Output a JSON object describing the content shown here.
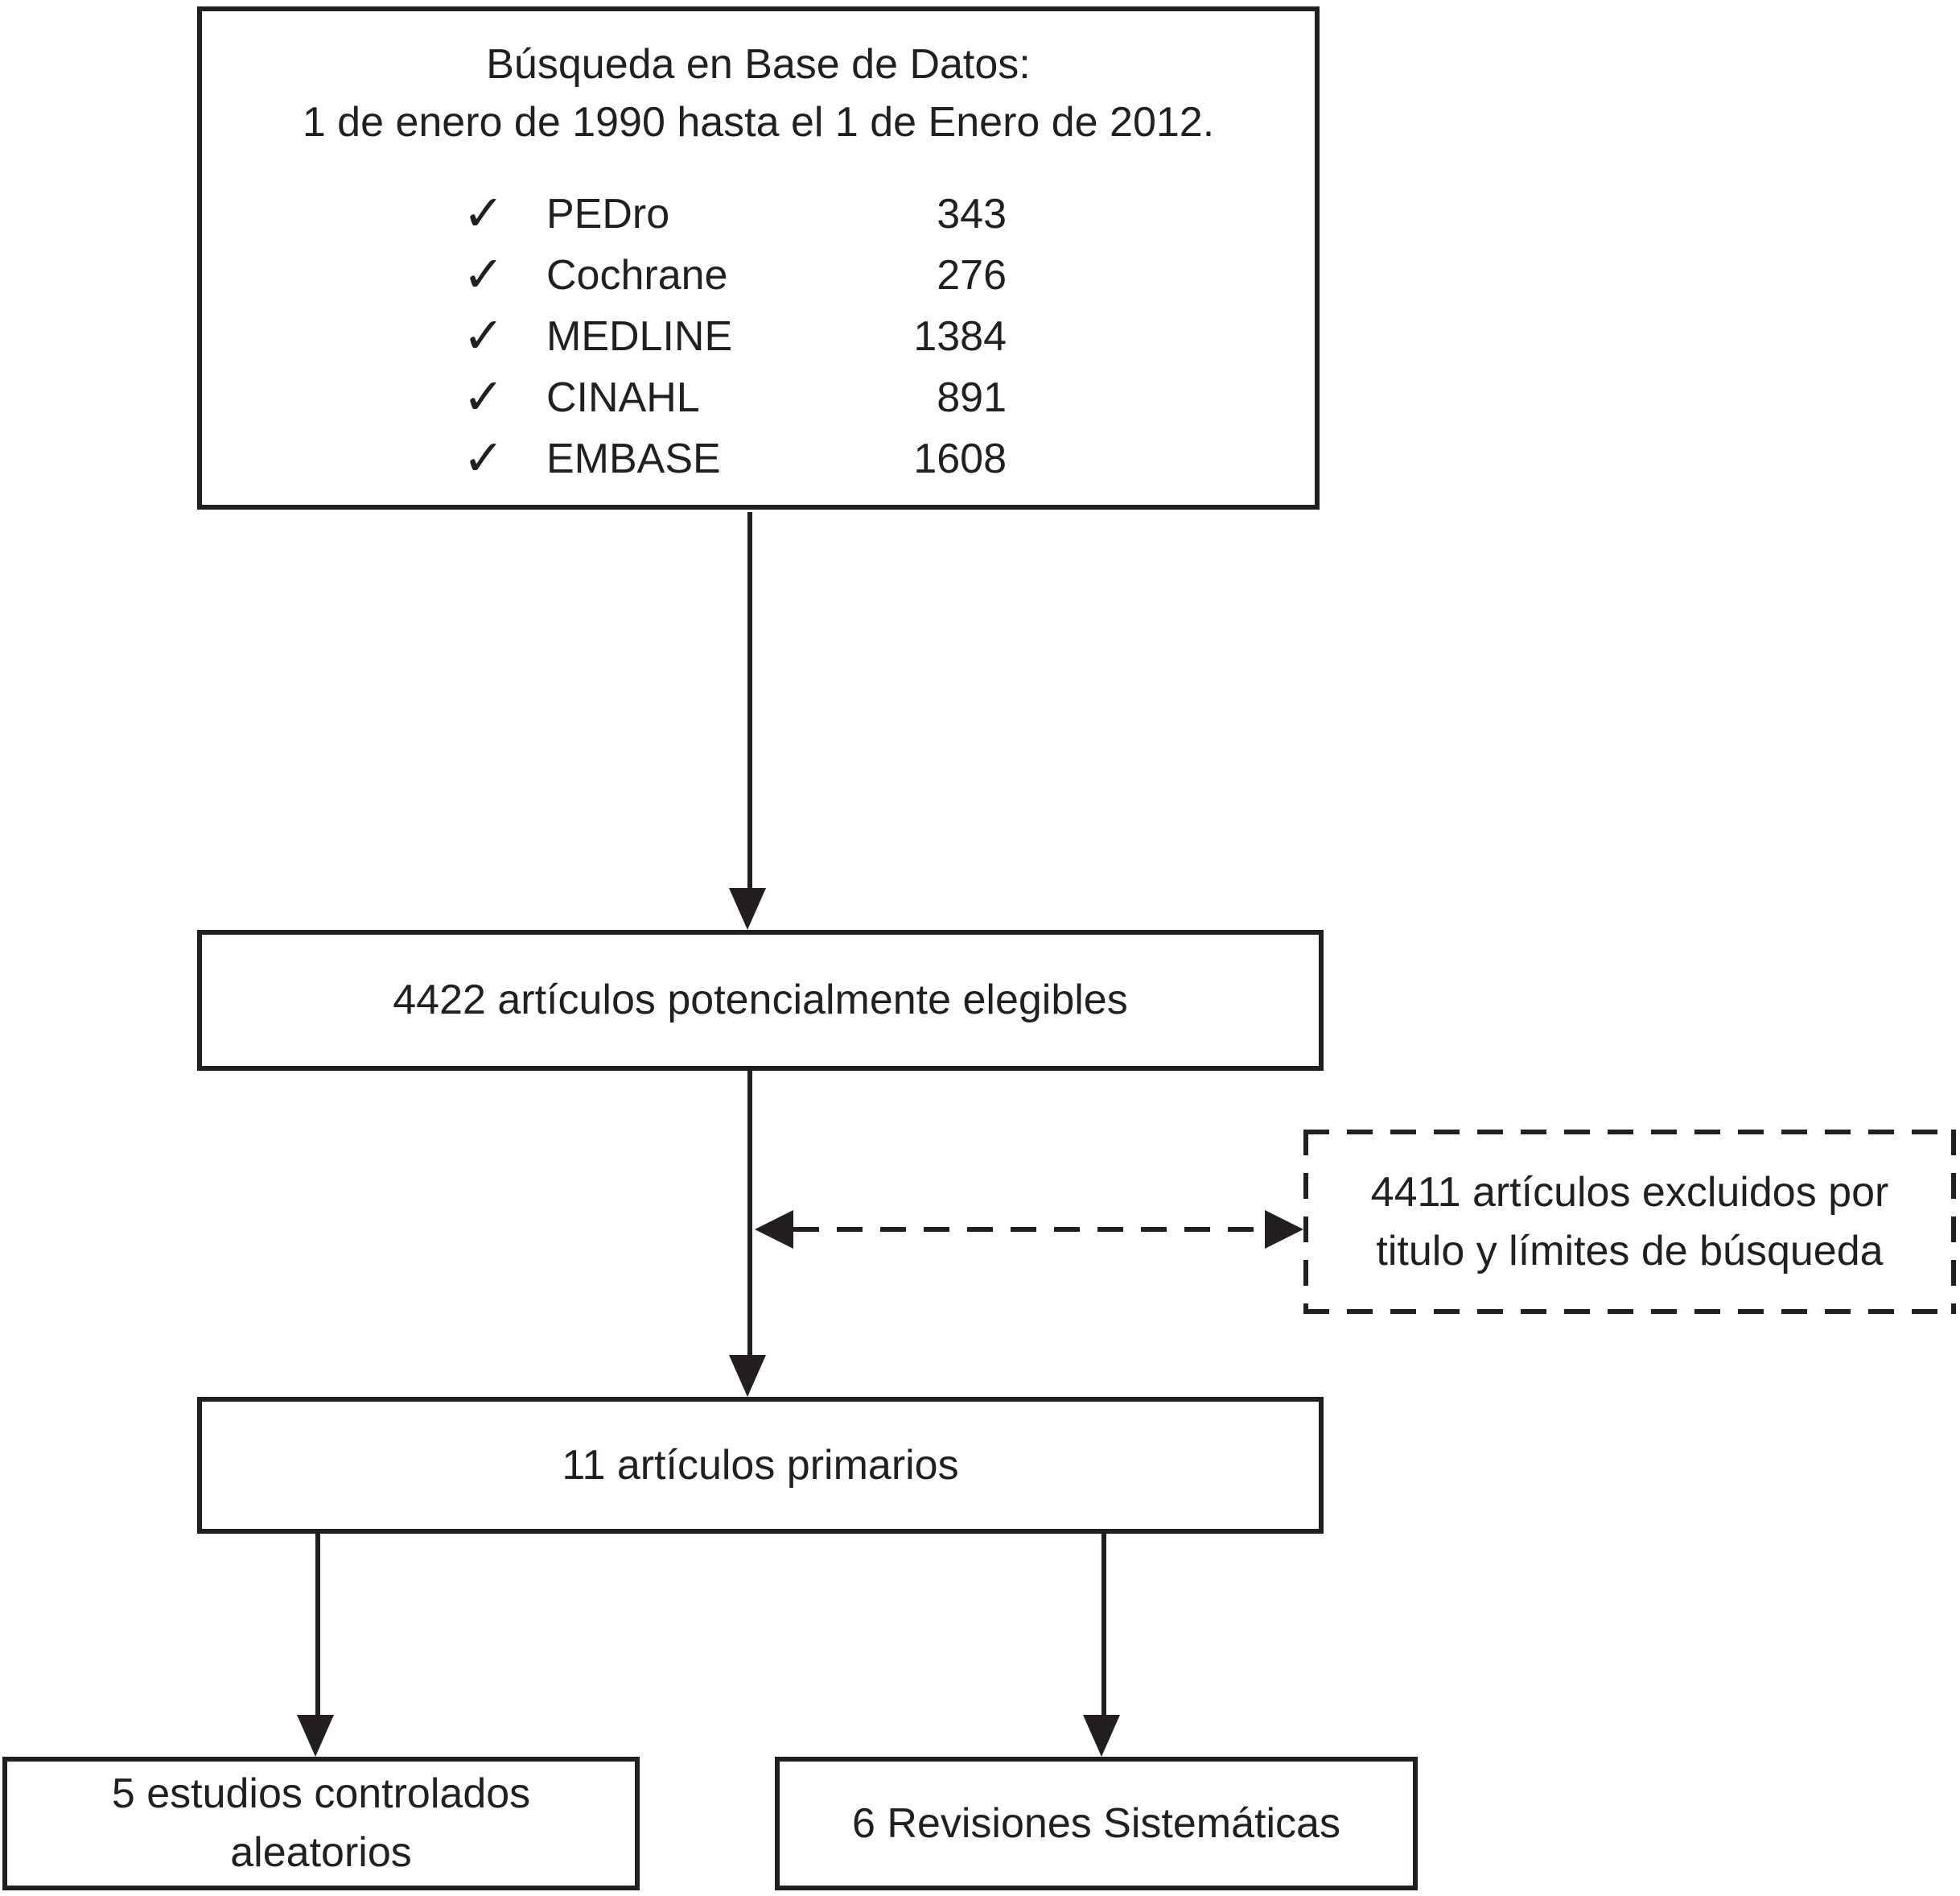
{
  "search_box": {
    "title_line1": "Búsqueda en Base de Datos:",
    "title_line2": "1 de enero de 1990 hasta el 1 de Enero de 2012.",
    "check_glyph": "✓",
    "databases": [
      {
        "name": "PEDro",
        "count": "343"
      },
      {
        "name": "Cochrane",
        "count": "276"
      },
      {
        "name": "MEDLINE",
        "count": "1384"
      },
      {
        "name": "CINAHL",
        "count": "891"
      },
      {
        "name": "EMBASE",
        "count": "1608"
      }
    ]
  },
  "eligible_box": {
    "label": "4422 artículos potencialmente elegibles"
  },
  "excluded_box": {
    "line1": "4411 artículos excluidos por",
    "line2": "titulo y límites de búsqueda"
  },
  "primary_box": {
    "label": "11 artículos primarios"
  },
  "rct_box": {
    "line1": "5 estudios controlados",
    "line2": "aleatorios"
  },
  "reviews_box": {
    "label": "6 Revisiones Sistemáticas"
  },
  "colors": {
    "ink": "#231f20",
    "background": "#ffffff"
  }
}
